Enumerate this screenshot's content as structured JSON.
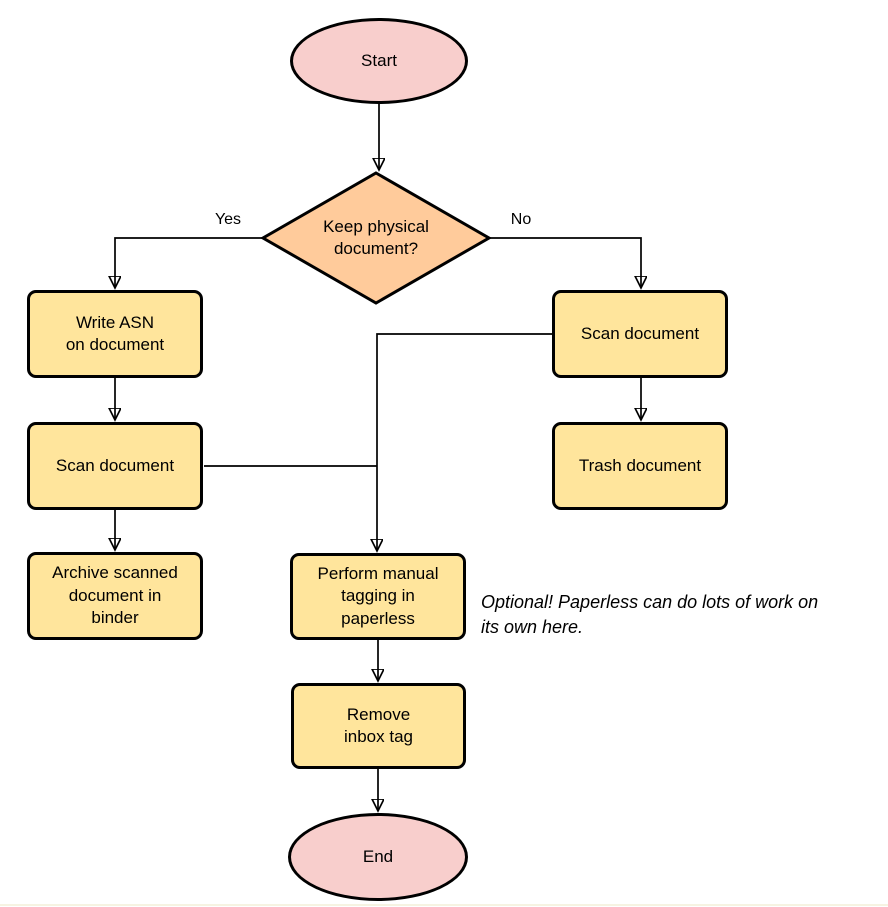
{
  "diagram": {
    "nodes": {
      "start": {
        "label": "Start",
        "shape": "terminator"
      },
      "decision": {
        "label": "Keep physical\ndocument?",
        "shape": "decision"
      },
      "write_asn": {
        "label": "Write ASN\non document",
        "shape": "process"
      },
      "scan_left": {
        "label": "Scan document",
        "shape": "process"
      },
      "archive": {
        "label": "Archive scanned\ndocument in\nbinder",
        "shape": "process"
      },
      "scan_right": {
        "label": "Scan document",
        "shape": "process"
      },
      "trash": {
        "label": "Trash document",
        "shape": "process"
      },
      "tagging": {
        "label": "Perform manual\ntagging in\npaperless",
        "shape": "process"
      },
      "remove_inbox": {
        "label": "Remove\ninbox tag",
        "shape": "process"
      },
      "end": {
        "label": "End",
        "shape": "terminator"
      }
    },
    "edge_labels": {
      "yes": "Yes",
      "no": "No"
    },
    "note": "Optional! Paperless can do lots of work on\nits own here.",
    "colors": {
      "terminator-fill": "#f8cecc",
      "decision-fill": "#ffcb9b",
      "process-fill": "#ffe59c",
      "shape-stroke": "#000000",
      "edge-stroke": "#000000"
    }
  }
}
